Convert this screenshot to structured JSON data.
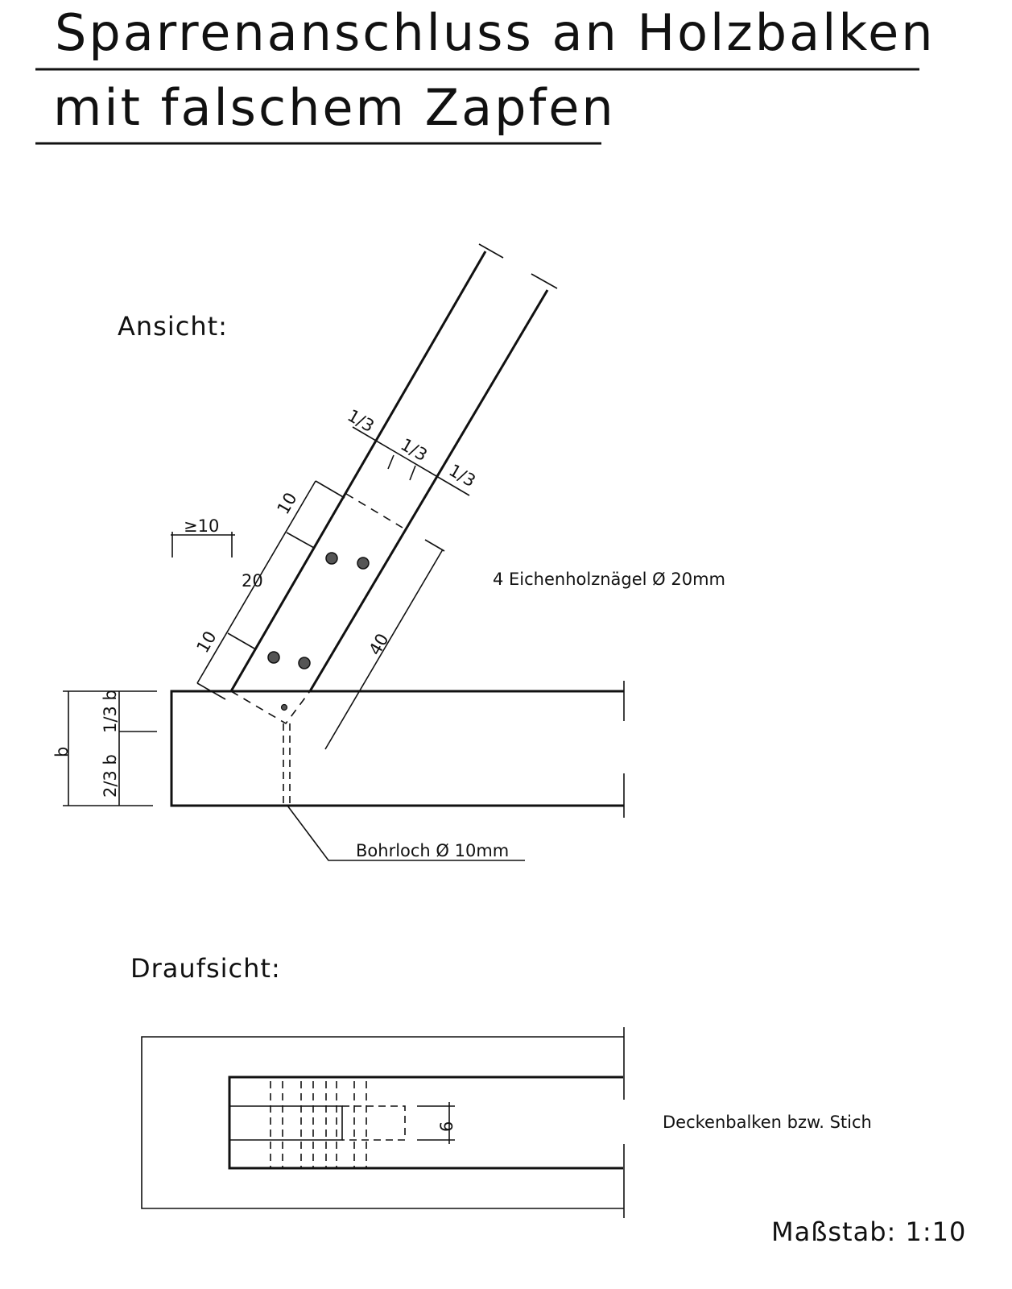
{
  "title": {
    "line1": "Sparrenanschluss an Holzbalken",
    "line2": "mit falschem Zapfen"
  },
  "views": {
    "elevation": "Ansicht:",
    "plan": "Draufsicht:"
  },
  "dimensions": {
    "third_a": "1/3",
    "third_b": "1/3",
    "third_c": "1/3",
    "min_overhang": "≥10",
    "d10_top": "10",
    "d20": "20",
    "d10_bottom": "10",
    "d40": "40",
    "b": "b",
    "b_two_thirds": "2/3 b",
    "b_one_third": "1/3 b",
    "plan_6": "6"
  },
  "annotations": {
    "nails": "4 Eichenholznägel Ø 20mm",
    "drill_hole": "Bohrloch Ø 10mm",
    "beam": "Deckenbalken bzw. Stich",
    "scale": "Maßstab: 1:10"
  }
}
